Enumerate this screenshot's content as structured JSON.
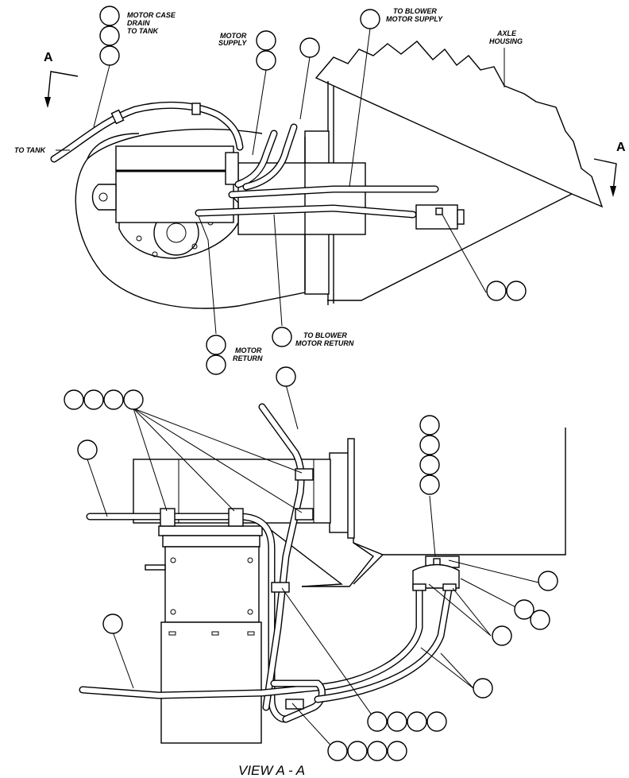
{
  "labels": {
    "motor_case_drain": [
      "MOTOR CASE",
      "DRAIN",
      "TO TANK"
    ],
    "motor_supply": [
      "MOTOR",
      "SUPPLY"
    ],
    "to_blower_motor_supply": [
      "TO BLOWER",
      "MOTOR SUPPLY"
    ],
    "axle_housing": [
      "AXLE",
      "HOUSING"
    ],
    "to_tank": "TO TANK",
    "to_blower_motor_return": [
      "TO BLOWER",
      "MOTOR RETURN"
    ],
    "motor_return": [
      "MOTOR",
      "RETURN"
    ],
    "section_marker": "A",
    "view_caption": "VIEW A - A"
  }
}
